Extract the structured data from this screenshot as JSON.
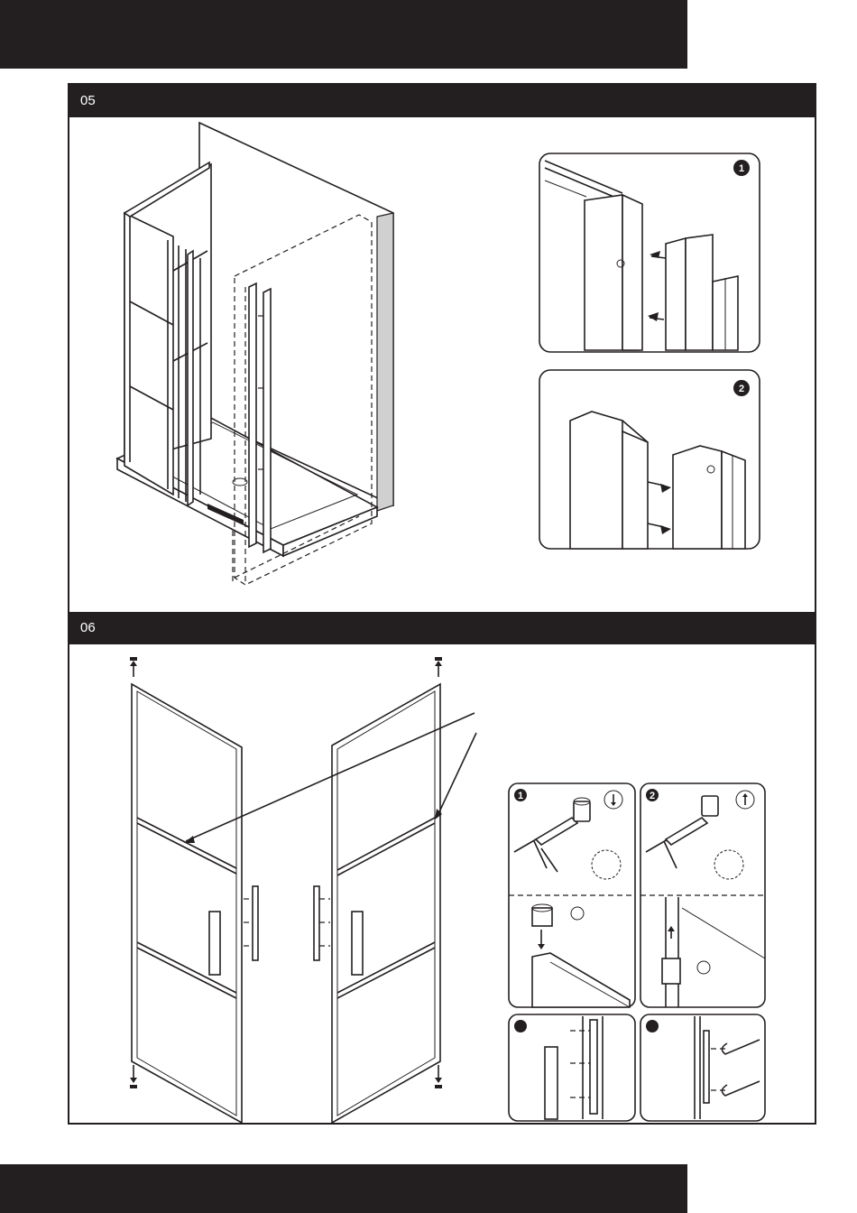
{
  "steps": [
    {
      "number": "05"
    },
    {
      "number": "06"
    }
  ],
  "step05": {
    "detail_1_badge": "1",
    "detail_2_badge": "2"
  },
  "step06": {
    "detail_1_badge": "1",
    "detail_2_badge": "2",
    "detail_3_badge": "",
    "detail_4_badge": ""
  },
  "colors": {
    "band": "#231f20",
    "line": "#231f20",
    "background": "#ffffff"
  },
  "icons": [
    "arrow-down-icon",
    "arrow-up-icon",
    "silicone-gun-icon",
    "screw-icon",
    "numbered-badge-icon"
  ]
}
